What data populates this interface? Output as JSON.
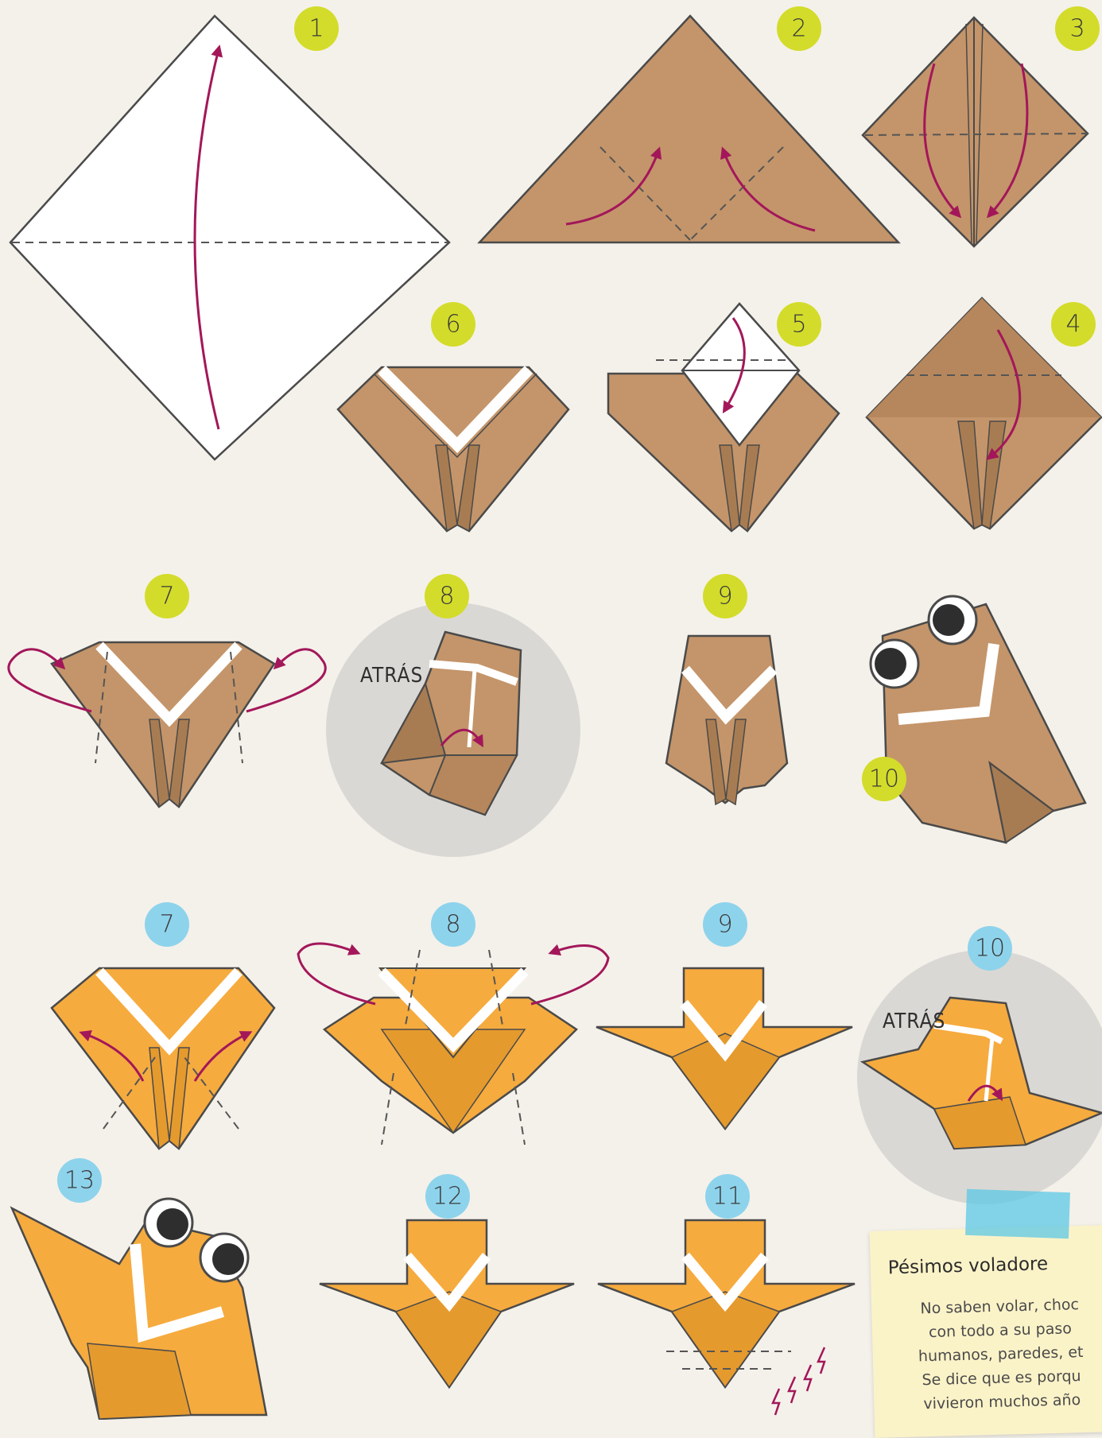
{
  "steps": {
    "s1": "1",
    "s2": "2",
    "s3": "3",
    "s4": "4",
    "s5": "5",
    "s6": "6",
    "a7": "7",
    "a8": "8",
    "a9": "9",
    "a10": "10",
    "b7": "7",
    "b8": "8",
    "b9": "9",
    "b10": "10",
    "b11": "11",
    "b12": "12",
    "b13": "13"
  },
  "labels": {
    "atras_a": "ATRÁS",
    "atras_b": "ATRÁS"
  },
  "note": {
    "title": "Pésimos voladore",
    "lines": [
      "No saben volar, choc",
      "con todo a su paso",
      "humanos, paredes, et",
      "Se dice que es porqu",
      "vivieron muchos año"
    ]
  },
  "colors": {
    "brown": "#c4956a",
    "brown_dark": "#a87c52",
    "orange": "#f6ab3e",
    "orange_dark": "#e59a2d",
    "green_badge": "#d3dc2a",
    "blue_badge": "#8ed3ec",
    "arrow": "#a3175a",
    "outline": "#4a4a4a",
    "background": "#f4f1ea"
  }
}
